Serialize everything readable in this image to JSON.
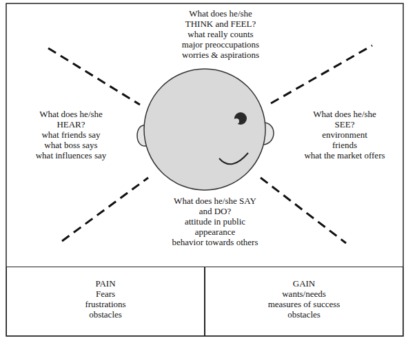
{
  "diagram": {
    "nodes": [
      {
        "text": [
          "PAIN",
          "Fears",
          "frustrations",
          "obstacles"
        ]
      },
      {
        "text": [
          "GAIN",
          "wants/needs",
          "measures of success",
          "obstacles"
        ]
      }
    ],
    "labels": [
      "What does he/she THINK and FEEL?",
      "what really counts",
      "major preoccupations",
      "worries & aspirations",
      "What does he/she HEAR?",
      "what friends say",
      "what boss says",
      "what influences say",
      "What does he/she SEE?",
      "environment",
      "friends",
      "what the market offers",
      "What does he/she SAY and DO?",
      "attitude in public appearance",
      "behavior towards others"
    ]
  }
}
